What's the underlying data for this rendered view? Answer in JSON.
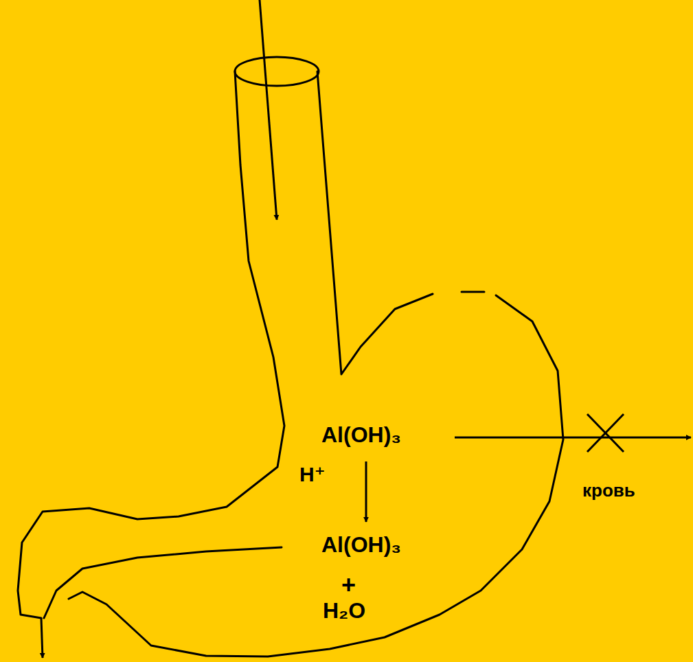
{
  "diagram": {
    "labels": [
      "Al(OH)₃",
      "H⁺",
      "Al(OH)₃",
      "+",
      "H₂O",
      "кровь"
    ]
  }
}
